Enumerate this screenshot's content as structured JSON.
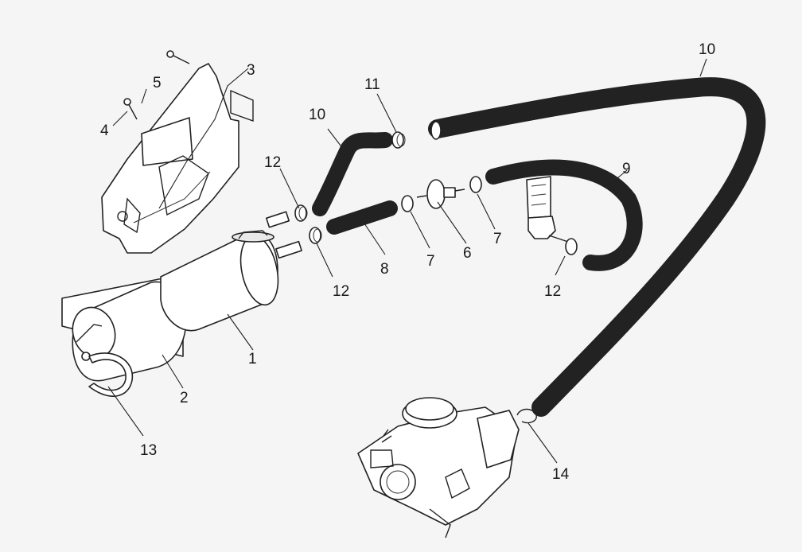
{
  "callouts": {
    "c1": "1",
    "c2": "2",
    "c3": "3",
    "c4": "4",
    "c5": "5",
    "c6": "6",
    "c7a": "7",
    "c7b": "7",
    "c8": "8",
    "c9": "9",
    "c10a": "10",
    "c10b": "10",
    "c11": "11",
    "c12a": "12",
    "c12b": "12",
    "c12c": "12",
    "c13": "13",
    "c14": "14"
  },
  "colors": {
    "background": "#f5f5f5",
    "ink": "#222222",
    "fill": "#ffffff"
  }
}
